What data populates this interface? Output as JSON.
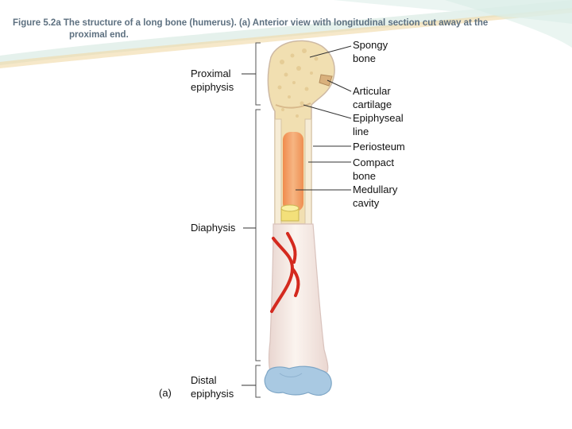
{
  "caption": {
    "line1": "Figure 5.2a  The structure of a long bone (humerus). (a) Anterior view with longitudinal section cut away at the",
    "line2": "proximal end."
  },
  "labels": {
    "spongy_bone": "Spongy\nbone",
    "proximal_epiphysis": "Proximal\nepiphysis",
    "articular_cartilage": "Articular\ncartilage",
    "epiphyseal_line": "Epiphyseal\nline",
    "periosteum": "Periosteum",
    "compact_bone": "Compact\nbone",
    "medullary_cavity": "Medullary\ncavity",
    "diaphysis": "Diaphysis",
    "distal_epiphysis": "Distal\nepiphysis",
    "panel": "(a)"
  },
  "colors": {
    "slide_accent": "#b9dccf",
    "bone_shell": "#f2e6e0",
    "spongy": "#f1dfb1",
    "marrow": "#ee9a63",
    "cartilage": "#a9c9e2",
    "artery": "#d42a1f"
  }
}
